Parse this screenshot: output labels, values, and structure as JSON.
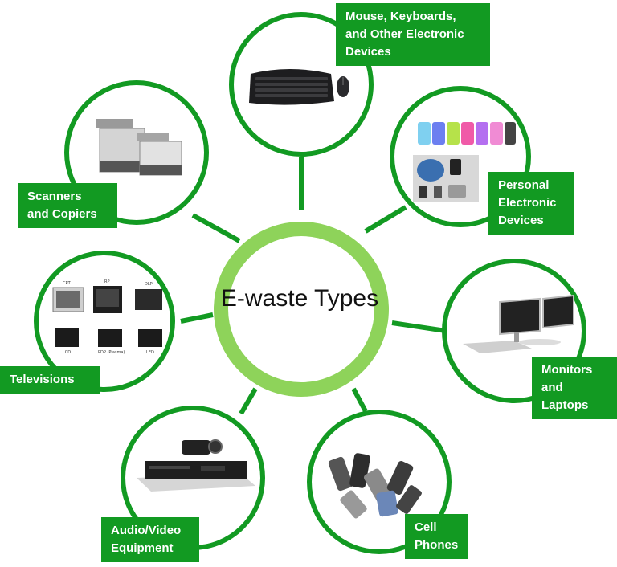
{
  "center": {
    "title": "E-waste Types"
  },
  "nodes": [
    {
      "id": "mouse-keyboards",
      "icon": "keyboard-mouse-icon",
      "lines": [
        "Mouse, Keyboards,",
        "and Other Electronic",
        "Devices"
      ]
    },
    {
      "id": "personal-electronic",
      "icon": "music-player-icon",
      "lines": [
        "Personal",
        "Electronic",
        "Devices"
      ]
    },
    {
      "id": "monitors-laptops",
      "icon": "monitor-icon",
      "lines": [
        "Monitors",
        "and",
        "Laptops"
      ]
    },
    {
      "id": "cell-phones",
      "icon": "cell-phone-icon",
      "lines": [
        "Cell",
        "Phones"
      ]
    },
    {
      "id": "audio-video",
      "icon": "vcr-camcorder-icon",
      "lines": [
        "Audio/Video",
        "Equipment"
      ]
    },
    {
      "id": "televisions",
      "icon": "television-icon",
      "lines": [
        "Televisions"
      ]
    },
    {
      "id": "scanners-copiers",
      "icon": "copier-icon",
      "lines": [
        "Scanners",
        "and Copiers"
      ]
    }
  ],
  "tv_types": [
    "CRT",
    "RP",
    "DLP",
    "LCD",
    "PDP (Plasma)",
    "LED"
  ],
  "colors": {
    "ring_dark": "#129a22",
    "ring_center": "#8ed35a",
    "label_bg": "#129a22",
    "label_text": "#ffffff",
    "connector": "#129a22"
  }
}
